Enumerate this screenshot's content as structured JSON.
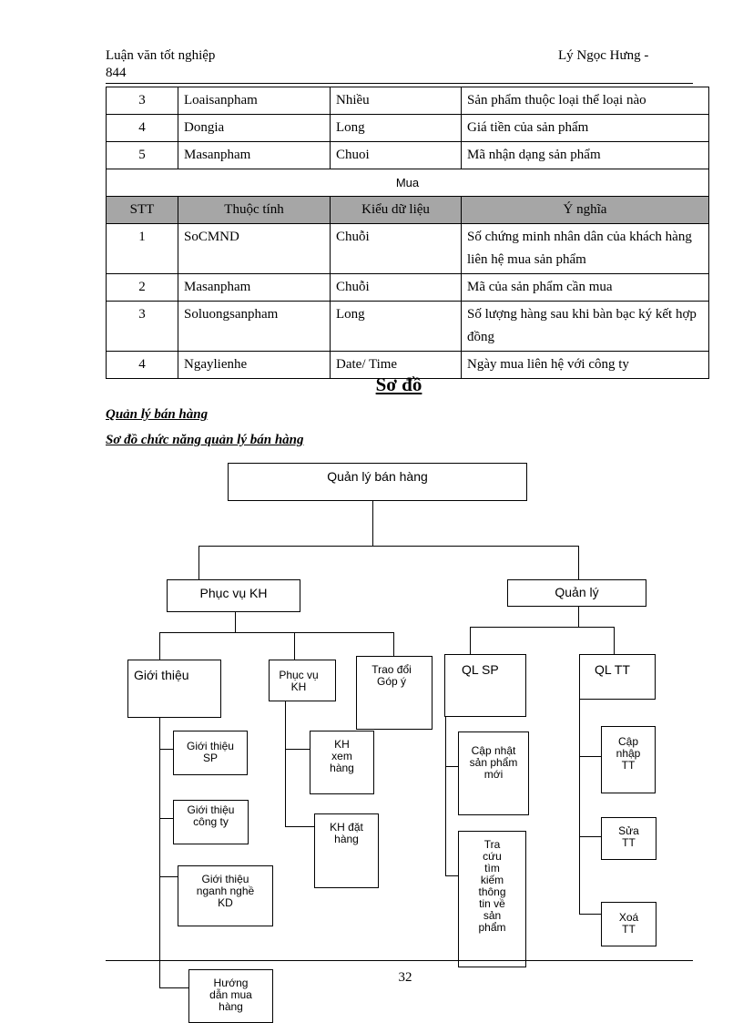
{
  "header": {
    "left_line1": "Luận văn tốt nghiệp",
    "left_line2": "844",
    "right": "Lý Ngọc Hưng -"
  },
  "table_top_rows": [
    {
      "stt": "3",
      "attr": "Loaisanpham",
      "type": "Nhiều",
      "meaning": "Sản phẩm thuộc loại thể loại nào"
    },
    {
      "stt": "4",
      "attr": "Dongia",
      "type": "Long",
      "meaning": "Giá tiền của sản phẩm"
    },
    {
      "stt": "5",
      "attr": "Masanpham",
      "type": "Chuoi",
      "meaning": "Mã nhận dạng sản phẩm"
    }
  ],
  "table_section_title": "Mua",
  "table_header": {
    "stt": "STT",
    "attr": "Thuộc tính",
    "type": "Kiểu dữ liệu",
    "meaning": "Ý nghĩa"
  },
  "table_mua_rows": [
    {
      "stt": "1",
      "attr": "SoCMND",
      "type": "Chuỗi",
      "meaning": "Số chứng minh nhân dân của khách hàng liên hệ mua sản phẩm"
    },
    {
      "stt": "2",
      "attr": "Masanpham",
      "type": "Chuỗi",
      "meaning": "Mã của sản phẩm cần mua"
    },
    {
      "stt": "3",
      "attr": "Soluongsanpham",
      "type": "Long",
      "meaning": "Số lượng hàng sau khi bàn bạc ký kết hợp đồng"
    },
    {
      "stt": "4",
      "attr": "Ngaylienhe",
      "type": "Date/ Time",
      "meaning": "Ngày mua liên hệ với công ty"
    }
  ],
  "section_title": "Sơ đồ",
  "subheading1": "Quản lý bán hàng",
  "subheading2": "Sơ đồ chức năng quản lý bán hàng",
  "diagram": {
    "root": "Quản lý bán hàng",
    "phuc_vu_kh": "Phục vụ KH",
    "quan_ly": "Quản lý",
    "gioi_thieu": "Giới thiệu",
    "phuc_vu_kh_sub": "Phục vụ KH",
    "trao_doi": "Trao đổi Góp ý",
    "ql_sp": "QL SP",
    "ql_tt": "QL TT",
    "gt_sp": "Giới thiệu SP",
    "gt_cong_ty": "Giới thiệu công ty",
    "gt_nganh": "Giới thiệu nganh nghề KD",
    "huong_dan": "Hướng dẫn mua hàng",
    "kh_xem": "KH xem hàng",
    "kh_dat": "KH đặt hàng",
    "cap_nhat_sp": "Cập nhật sản phẩm mới",
    "tra_cuu": "Tra cứu tìm kiếm thông tin về sản phẩm",
    "cap_nhap_tt": "Cập nhập TT",
    "sua_tt": "Sửa TT",
    "xoa_tt": "Xoá TT"
  },
  "page_number": "32"
}
